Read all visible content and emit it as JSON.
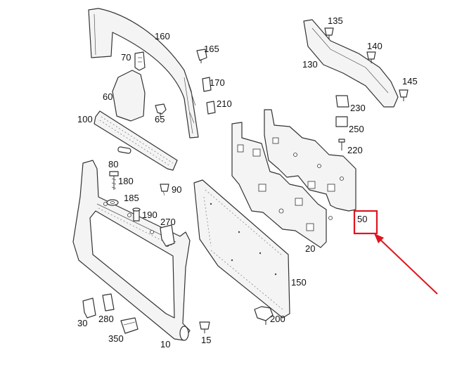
{
  "colors": {
    "highlight": "#e0141e",
    "line": "#333333",
    "fill": "#f4f4f4"
  },
  "parts": {
    "p10": "10",
    "p15": "15",
    "p20": "20",
    "p30": "30",
    "p50": "50",
    "p60": "60",
    "p65": "65",
    "p70": "70",
    "p80": "80",
    "p90": "90",
    "p100": "100",
    "p130": "130",
    "p135": "135",
    "p140": "140",
    "p145": "145",
    "p150": "150",
    "p160": "160",
    "p165": "165",
    "p170": "170",
    "p180": "180",
    "p185": "185",
    "p190": "190",
    "p200": "200",
    "p210": "210",
    "p220": "220",
    "p230": "230",
    "p250": "250",
    "p270": "270",
    "p280": "280",
    "p350": "350"
  },
  "highlighted_part": "50"
}
